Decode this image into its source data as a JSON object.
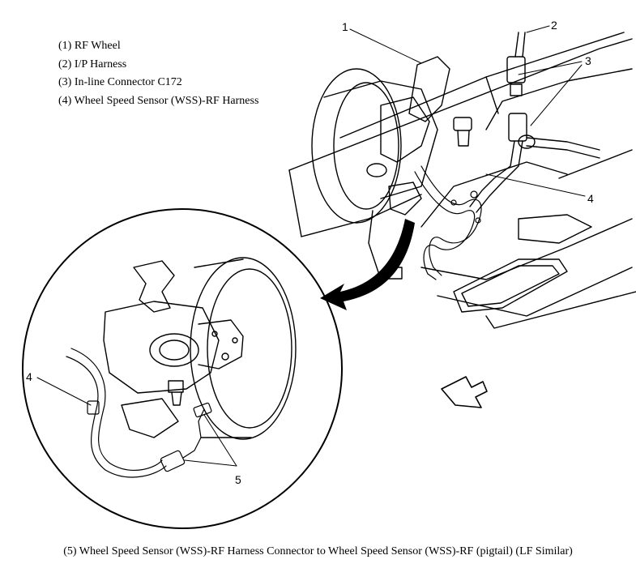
{
  "legend": {
    "items": [
      "(1) RF Wheel",
      "(2) I/P Harness",
      "(3) In-line Connector C172",
      "(4) Wheel Speed Sensor (WSS)-RF Harness"
    ]
  },
  "callouts": {
    "c1": "1",
    "c2": "2",
    "c3": "3",
    "c4_main": "4",
    "c4_detail": "4",
    "c5": "5"
  },
  "caption": "(5) Wheel Speed Sensor (WSS)-RF Harness Connector to Wheel Speed Sensor (WSS)-RF (pigtail) (LF Similar)"
}
